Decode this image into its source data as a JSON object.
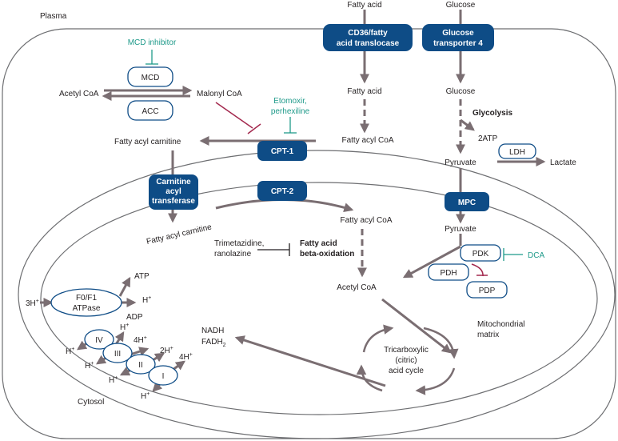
{
  "colors": {
    "navy": "#0e4c86",
    "arrow": "#7a6e72",
    "teal": "#1f9a8a",
    "inhibit": "#a3284d",
    "line": "#6d6e71"
  },
  "regions": {
    "plasma": "Plasma",
    "cytosol": "Cytosol",
    "matrix_line1": "Mitochondrial",
    "matrix_line2": "matrix"
  },
  "transporters": {
    "cd36_line1": "CD36/fatty",
    "cd36_line2": "acid translocase",
    "glut_line1": "Glucose",
    "glut_line2": "transporter 4",
    "cpt1": "CPT-1",
    "cpt2": "CPT-2",
    "cat_line1": "Carnitine",
    "cat_line2": "acyl",
    "cat_line3": "transferase",
    "mpc": "MPC"
  },
  "enzymes": {
    "mcd": "MCD",
    "acc": "ACC",
    "ldh": "LDH",
    "pdk": "PDK",
    "pdh": "PDH",
    "pdp": "PDP",
    "atpase_line1": "F0/F1",
    "atpase_line2": "ATPase",
    "complex4": "IV",
    "complex3": "III",
    "complex2": "II",
    "complex1": "I"
  },
  "metabolites": {
    "fatty_acid_out": "Fatty acid",
    "glucose_out": "Glucose",
    "fatty_acid_in": "Fatty acid",
    "glucose_in": "Glucose",
    "acetyl_coa_cyto": "Acetyl CoA",
    "malonyl_coa": "Malonyl CoA",
    "fatty_acyl_coa_cyto": "Fatty acyl CoA",
    "fatty_acyl_carnitine": "Fatty acyl carnitine",
    "fatty_acyl_carnitine_mito": "Fatty acyl carnitine",
    "fatty_acyl_coa_mito": "Fatty acyl CoA",
    "atp_2": "2ATP",
    "pyruvate_cyto": "Pyruvate",
    "lactate": "Lactate",
    "pyruvate_mito": "Pyruvate",
    "acetyl_coa_mito": "Acetyl CoA",
    "atp": "ATP",
    "adp": "ADP",
    "h_plus": "H",
    "three_h": "3H",
    "two_h": "2H",
    "four_h": "4H",
    "nadh": "NADH",
    "fadh": "FADH",
    "sub_2": "2",
    "sup_plus": "+"
  },
  "processes": {
    "glycolysis": "Glycolysis",
    "beta_ox_line1": "Fatty acid",
    "beta_ox_line2": "beta-oxidation",
    "tca_line1": "Tricarboxylic",
    "tca_line2": "(citric)",
    "tca_line3": "acid cycle"
  },
  "inhibitors": {
    "mcd_inhibitor": "MCD inhibitor",
    "etomoxir_line1": "Etomoxir,",
    "etomoxir_line2": "perhexiline",
    "tmz_line1": "Trimetazidine,",
    "tmz_line2": "ranolazine",
    "dca": "DCA"
  }
}
